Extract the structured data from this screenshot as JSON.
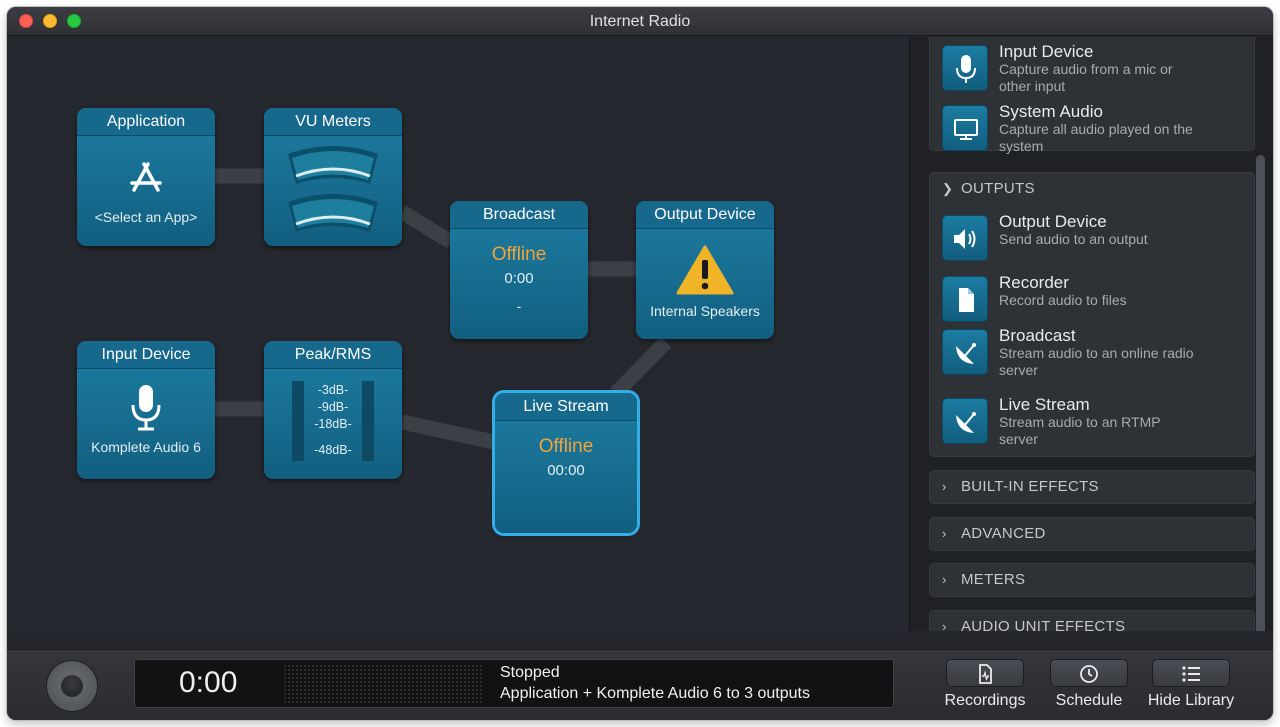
{
  "window": {
    "title": "Internet Radio"
  },
  "nodes": {
    "application": {
      "title": "Application",
      "value": "<Select an App>"
    },
    "vu_meters": {
      "title": "VU Meters"
    },
    "broadcast": {
      "title": "Broadcast",
      "status": "Offline",
      "time": "0:00",
      "extra": "-"
    },
    "output_device": {
      "title": "Output Device",
      "device": "Internal Speakers"
    },
    "input_device": {
      "title": "Input Device",
      "device": "Komplete Audio 6"
    },
    "peak_rms": {
      "title": "Peak/RMS",
      "scale": [
        "-3dB-",
        "-9dB-",
        "-18dB-",
        "-48dB-"
      ]
    },
    "live_stream": {
      "title": "Live Stream",
      "status": "Offline",
      "time": "00:00"
    }
  },
  "library": {
    "sources": [
      {
        "name": "Input Device",
        "desc": "Capture audio from a mic or other input",
        "icon": "microphone-icon"
      },
      {
        "name": "System Audio",
        "desc": "Capture all audio played on the system",
        "icon": "monitor-icon"
      }
    ],
    "outputs": {
      "label": "OUTPUTS",
      "items": [
        {
          "name": "Output Device",
          "desc": "Send audio to an output",
          "icon": "speaker-icon"
        },
        {
          "name": "Recorder",
          "desc": "Record audio to files",
          "icon": "file-icon"
        },
        {
          "name": "Broadcast",
          "desc": "Stream audio to an online radio server",
          "icon": "satellite-dish-icon"
        },
        {
          "name": "Live Stream",
          "desc": "Stream audio to an RTMP server",
          "icon": "satellite-dish-icon"
        }
      ]
    },
    "sections": [
      "BUILT-IN EFFECTS",
      "ADVANCED",
      "METERS",
      "AUDIO UNIT EFFECTS"
    ]
  },
  "bottom": {
    "time": "0:00",
    "status": "Stopped",
    "summary": "Application + Komplete Audio 6 to 3 outputs",
    "buttons": {
      "recordings": "Recordings",
      "schedule": "Schedule",
      "hide_library": "Hide Library"
    }
  },
  "colors": {
    "node": "#1a7399",
    "offline": "#f2a33a",
    "selected": "#34aee8",
    "background": "#25282e"
  }
}
